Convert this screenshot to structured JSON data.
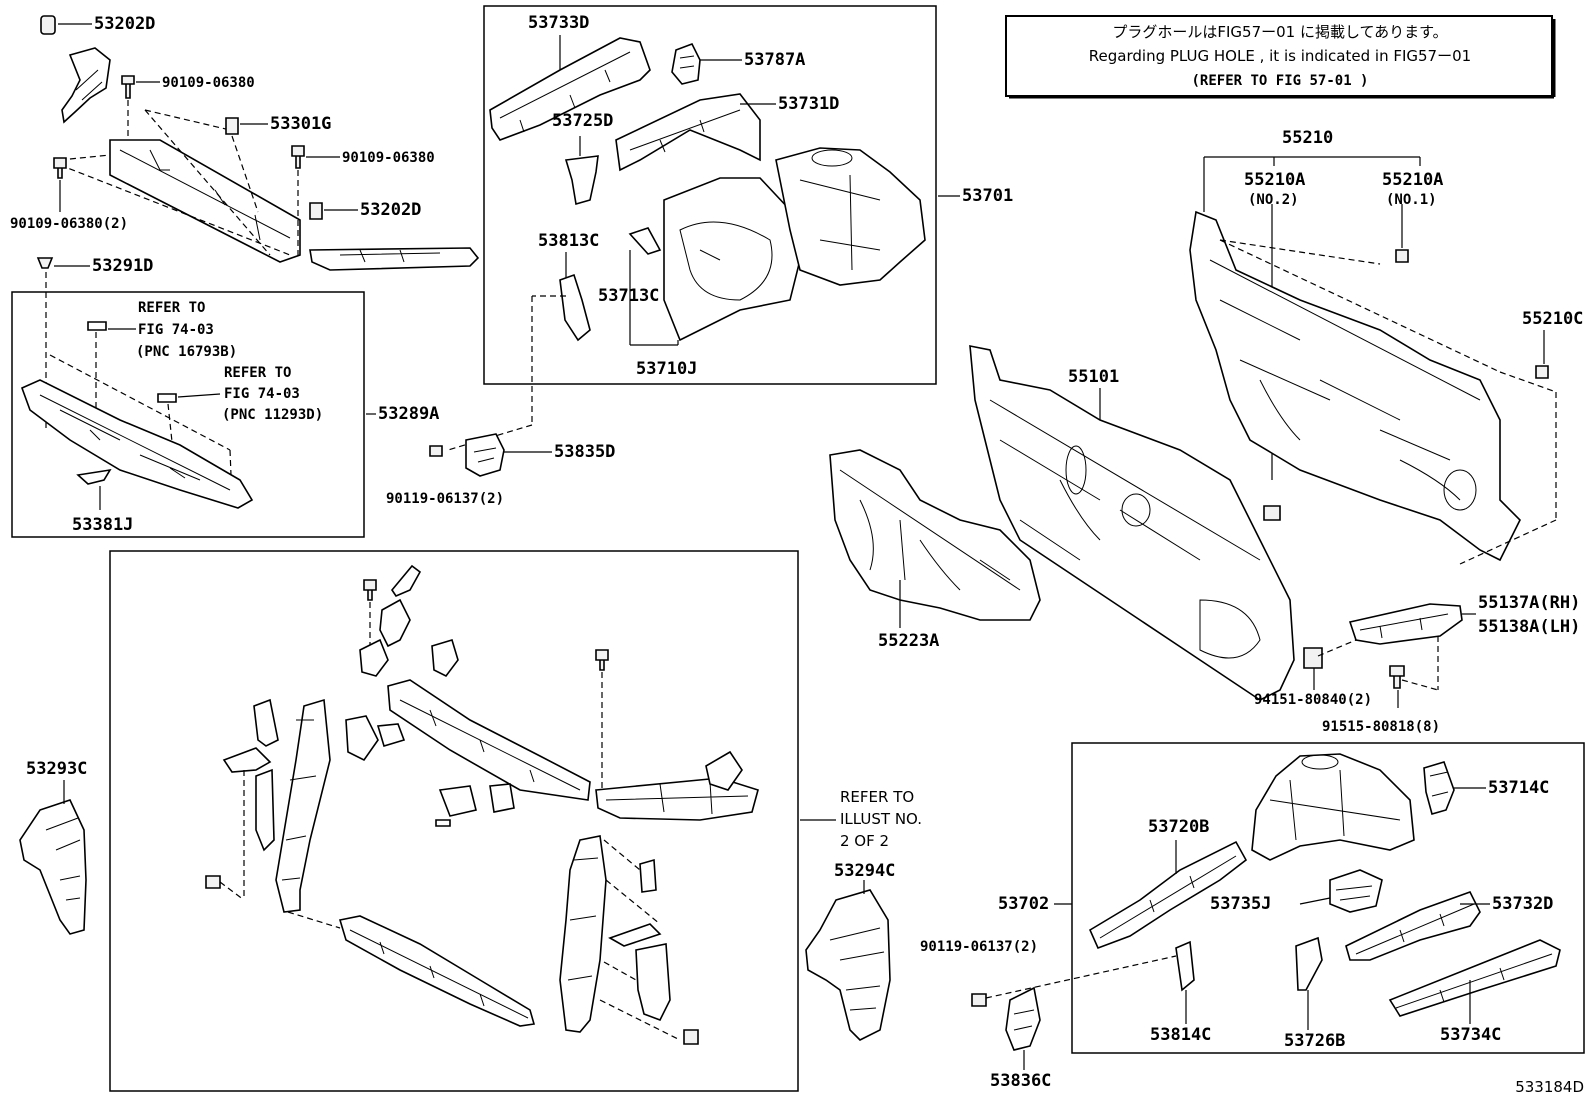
{
  "note": {
    "line1": "プラグホールはFIG57ー01 に掲載してあります。",
    "line2": "Regarding PLUG HOLE , it is indicated in FIG57ー01",
    "line3": "(REFER TO FIG 57-01 )"
  },
  "labels": {
    "p53202D_a": "53202D",
    "p90109_06380_a": "90109-06380",
    "p53301G": "53301G",
    "p90109_06380_b": "90109-06380",
    "p90109_06380_2": "90109-06380(2)",
    "p53202D_b": "53202D",
    "p53291D": "53291D",
    "refer1_a": "REFER TO",
    "refer1_b": "FIG 74-03",
    "refer1_c": "(PNC 16793B)",
    "refer2_a": "REFER TO",
    "refer2_b": "FIG 74-03",
    "refer2_c": "(PNC 11293D)",
    "p53289A": "53289A",
    "p53381J": "53381J",
    "p53733D": "53733D",
    "p53787A": "53787A",
    "p53731D": "53731D",
    "p53725D": "53725D",
    "p53701": "53701",
    "p53813C": "53813C",
    "p53713C": "53713C",
    "p53710J": "53710J",
    "p90119_06137_a": "90119-06137(2)",
    "p53835D": "53835D",
    "p55210": "55210",
    "p55210A_1": "55210A",
    "no2": "(NO.2)",
    "p55210A_2": "55210A",
    "no1": "(NO.1)",
    "p55210C": "55210C",
    "p55101": "55101",
    "p55223A": "55223A",
    "p55137A": "55137A(RH)",
    "p55138A": "55138A(LH)",
    "p94151": "94151-80840(2)",
    "p91515": "91515-80818(8)",
    "p53293C": "53293C",
    "refer3_a": "REFER TO",
    "refer3_b": "ILLUST NO.",
    "refer3_c": "2 OF 2",
    "p53294C": "53294C",
    "p53714C": "53714C",
    "p53720B": "53720B",
    "p53702": "53702",
    "p53735J": "53735J",
    "p53732D": "53732D",
    "p90119_06137_b": "90119-06137(2)",
    "p53814C": "53814C",
    "p53726B": "53726B",
    "p53734C": "53734C",
    "p53836C": "53836C",
    "fig_id": "533184D"
  }
}
